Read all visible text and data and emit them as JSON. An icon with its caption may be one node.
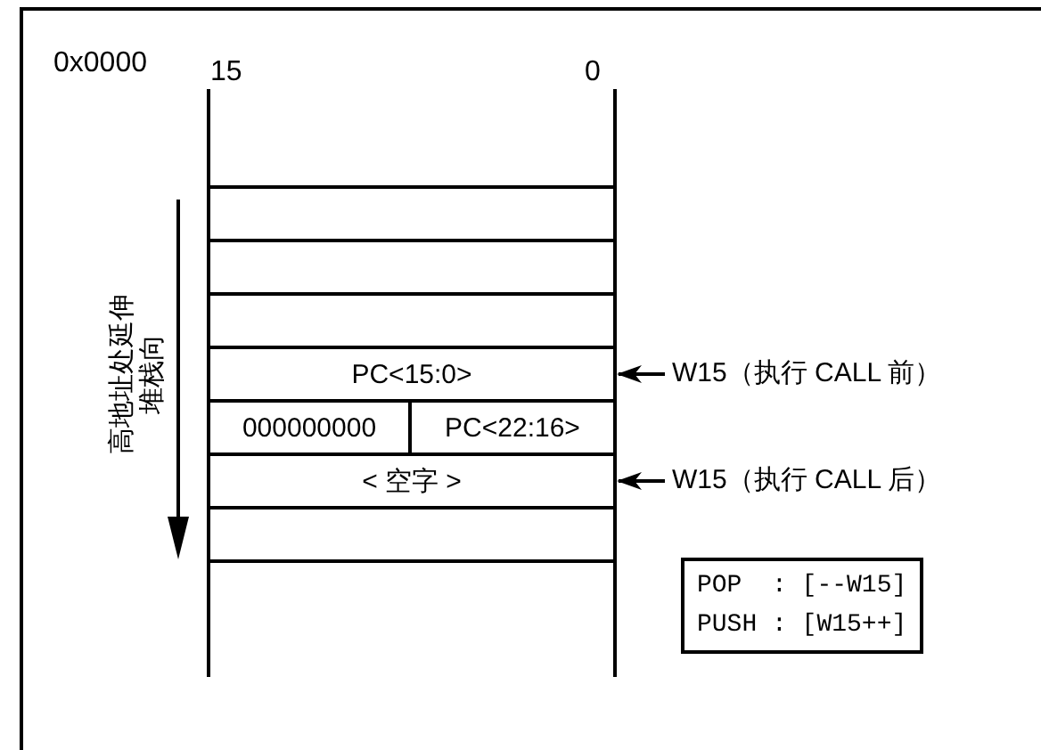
{
  "diagram": {
    "nodes": [
      {
        "text": [],
        "shape": "box"
      },
      {
        "text": [],
        "shape": "box"
      },
      {
        "text": [],
        "shape": "box"
      },
      {
        "text": [
          "PC<15:0>"
        ]
      },
      {
        "text": [
          "000000000"
        ]
      },
      {
        "text": [
          "PC<22:16>"
        ]
      },
      {
        "text": [
          "< 空字 >"
        ]
      },
      {
        "text": [],
        "shape": "box"
      },
      {
        "text": [
          "W15（执行 CALL 前）"
        ]
      },
      {
        "text": [
          "W15（执行 CALL 后）"
        ]
      },
      {
        "text": [
          "POP  : [--W15]",
          "PUSH : [W15++]"
        ]
      }
    ],
    "edges": [
      {
        "from": 8,
        "to": 3,
        "arrow": "to"
      },
      {
        "from": 9,
        "to": 6,
        "arrow": "to"
      }
    ],
    "labels": [
      "0x0000",
      "15",
      "0",
      "堆栈向",
      "高地址处延伸"
    ]
  }
}
